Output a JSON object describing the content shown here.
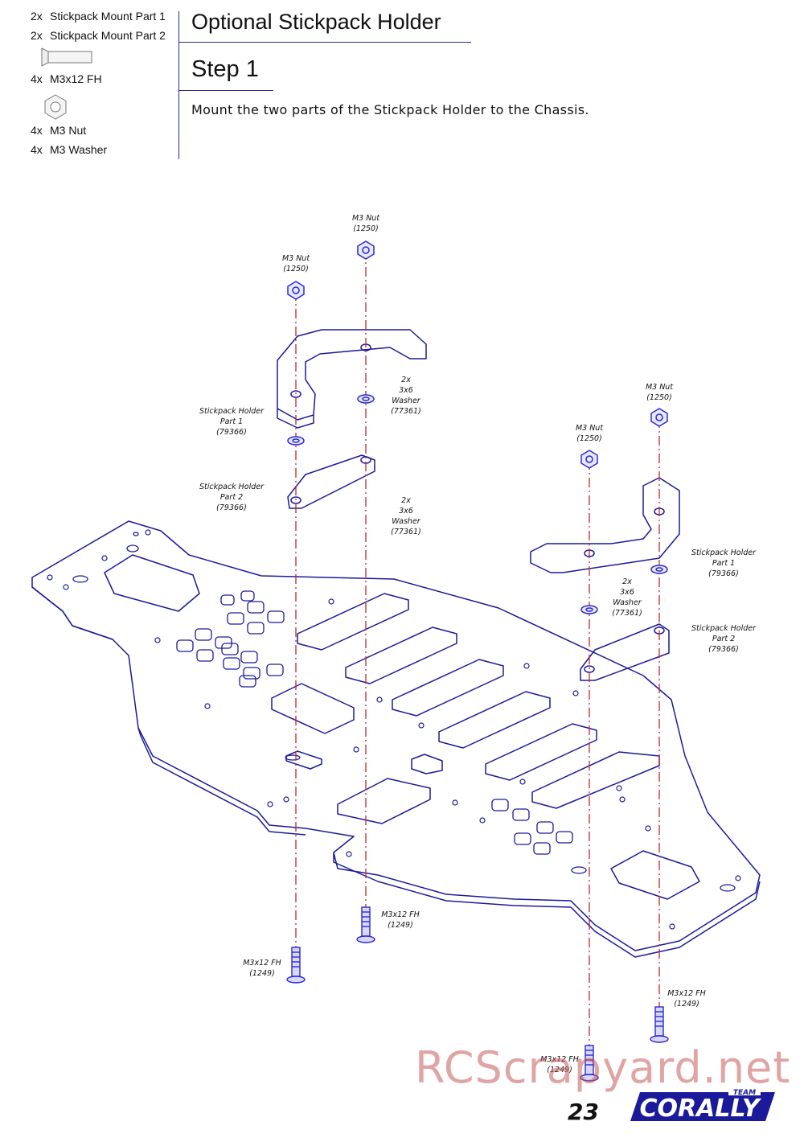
{
  "parts_list": [
    {
      "qty": "2x",
      "name": "Stickpack Mount Part 1"
    },
    {
      "qty": "2x",
      "name": "Stickpack Mount Part 2"
    },
    {
      "qty": "4x",
      "name": "M3x12 FH",
      "icon": "screw-icon"
    },
    {
      "qty": "4x",
      "name": "M3 Nut",
      "icon": "nut-icon"
    },
    {
      "qty": "4x",
      "name": "M3 Washer"
    }
  ],
  "title": "Optional Stickpack Holder",
  "step": "Step 1",
  "instruction": "Mount the two parts of the Stickpack Holder to the Chassis.",
  "labels": {
    "nut_left_top": [
      "M3 Nut",
      "(1250)"
    ],
    "nut_left": [
      "M3 Nut",
      "(1250)"
    ],
    "washer_left": [
      "2x",
      "3x6",
      "Washer",
      "(77361)"
    ],
    "holder1_left": [
      "Stickpack Holder",
      "Part 1",
      "(79366)"
    ],
    "holder2_left": [
      "Stickpack Holder",
      "Part 2",
      "(79366)"
    ],
    "washer_left2": [
      "2x",
      "3x6",
      "Washer",
      "(77361)"
    ],
    "nut_right_top": [
      "M3 Nut",
      "(1250)"
    ],
    "nut_right": [
      "M3 Nut",
      "(1250)"
    ],
    "holder1_right": [
      "Stickpack Holder",
      "Part 1",
      "(79366)"
    ],
    "washer_right": [
      "2x",
      "3x6",
      "Washer",
      "(77361)"
    ],
    "holder2_right": [
      "Stickpack Holder",
      "Part 2",
      "(79366)"
    ],
    "screw_1": [
      "M3x12 FH",
      "(1249)"
    ],
    "screw_2": [
      "M3x12 FH",
      "(1249)"
    ],
    "screw_3": [
      "M3x12 FH",
      "(1249)"
    ],
    "screw_4": [
      "M3x12 FH",
      "(1249)"
    ]
  },
  "watermark": "RCScrapyard.net",
  "page_number": "23",
  "logo": {
    "brand": "CORALLY",
    "tag": "TEAM"
  },
  "colors": {
    "outline": "#1a1a9a",
    "axis": "#c0282d",
    "hardware": "#2a2ad0"
  }
}
